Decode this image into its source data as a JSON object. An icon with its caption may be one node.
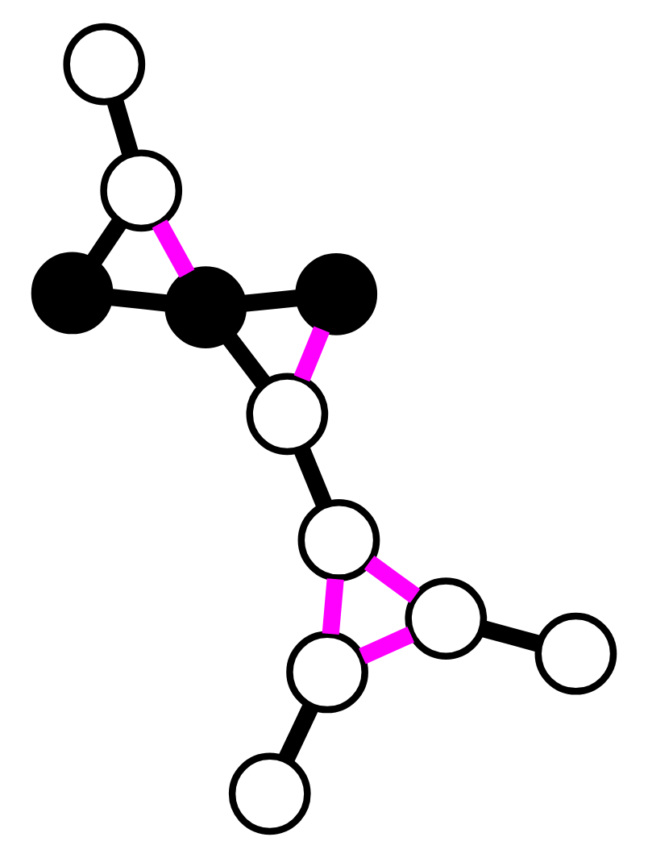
{
  "diagram": {
    "nodes": [
      {
        "text": [],
        "shape": "circle"
      },
      {
        "text": [],
        "shape": "circle"
      },
      {
        "text": [],
        "shape": "circle"
      },
      {
        "text": [],
        "shape": "circle"
      },
      {
        "text": [],
        "shape": "circle"
      },
      {
        "text": [],
        "shape": "circle"
      },
      {
        "text": [],
        "shape": "circle"
      },
      {
        "text": [],
        "shape": "circle"
      },
      {
        "text": [],
        "shape": "circle"
      },
      {
        "text": [],
        "shape": "circle"
      },
      {
        "text": [],
        "shape": "circle"
      }
    ],
    "edges": [
      {
        "from": 0,
        "to": 1,
        "arrow": "none"
      },
      {
        "from": 1,
        "to": 2,
        "arrow": "none"
      },
      {
        "from": 2,
        "to": 3,
        "arrow": "none"
      },
      {
        "from": 1,
        "to": 3,
        "arrow": "none",
        "color": "#ff00ff"
      },
      {
        "from": 3,
        "to": 4,
        "arrow": "none"
      },
      {
        "from": 3,
        "to": 5,
        "arrow": "none"
      },
      {
        "from": 4,
        "to": 5,
        "arrow": "none",
        "color": "#ff00ff"
      },
      {
        "from": 5,
        "to": 6,
        "arrow": "none"
      },
      {
        "from": 6,
        "to": 7,
        "arrow": "none",
        "color": "#ff00ff"
      },
      {
        "from": 7,
        "to": 9,
        "arrow": "none",
        "color": "#ff00ff"
      },
      {
        "from": 6,
        "to": 9,
        "arrow": "none",
        "color": "#ff00ff"
      },
      {
        "from": 7,
        "to": 8,
        "arrow": "none"
      },
      {
        "from": 9,
        "to": 10,
        "arrow": "none"
      }
    ]
  }
}
